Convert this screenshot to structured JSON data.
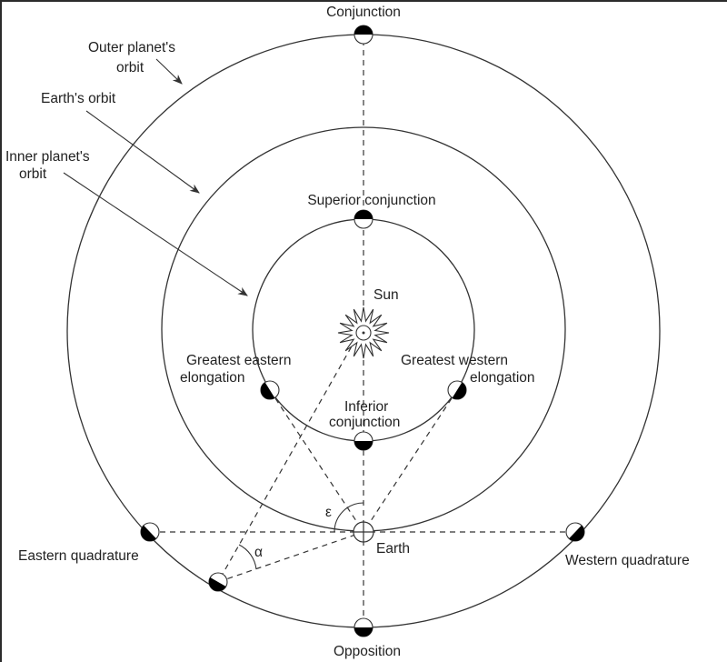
{
  "diagram": {
    "title": "Planetary configurations",
    "orbits": [
      {
        "id": "outer",
        "label": "Outer planet's orbit",
        "label_lines": [
          "Outer planet's",
          "orbit"
        ]
      },
      {
        "id": "earth",
        "label": "Earth's orbit",
        "label_lines": [
          "Earth's orbit"
        ]
      },
      {
        "id": "inner",
        "label": "Inner planet's orbit",
        "label_lines": [
          "Inner planet's",
          "orbit"
        ]
      }
    ],
    "sun": {
      "label": "Sun"
    },
    "earth": {
      "label": "Earth"
    },
    "positions": {
      "conjunction": {
        "label": "Conjunction"
      },
      "superior_conjunction": {
        "label": "Superior conjunction"
      },
      "greatest_eastern_elongation": {
        "lines": [
          "Greatest eastern",
          "elongation"
        ]
      },
      "greatest_western_elongation": {
        "lines": [
          "Greatest western",
          "elongation"
        ]
      },
      "inferior_conjunction": {
        "lines": [
          "Inferior",
          "conjunction"
        ]
      },
      "eastern_quadrature": {
        "label": "Eastern quadrature"
      },
      "western_quadrature": {
        "label": "Western quadrature"
      },
      "opposition": {
        "label": "Opposition"
      }
    },
    "angles": {
      "elongation": "ε",
      "phase": "α"
    },
    "colors": {
      "line": "#333333",
      "shadow": "#000000",
      "background": "#ffffff"
    }
  }
}
